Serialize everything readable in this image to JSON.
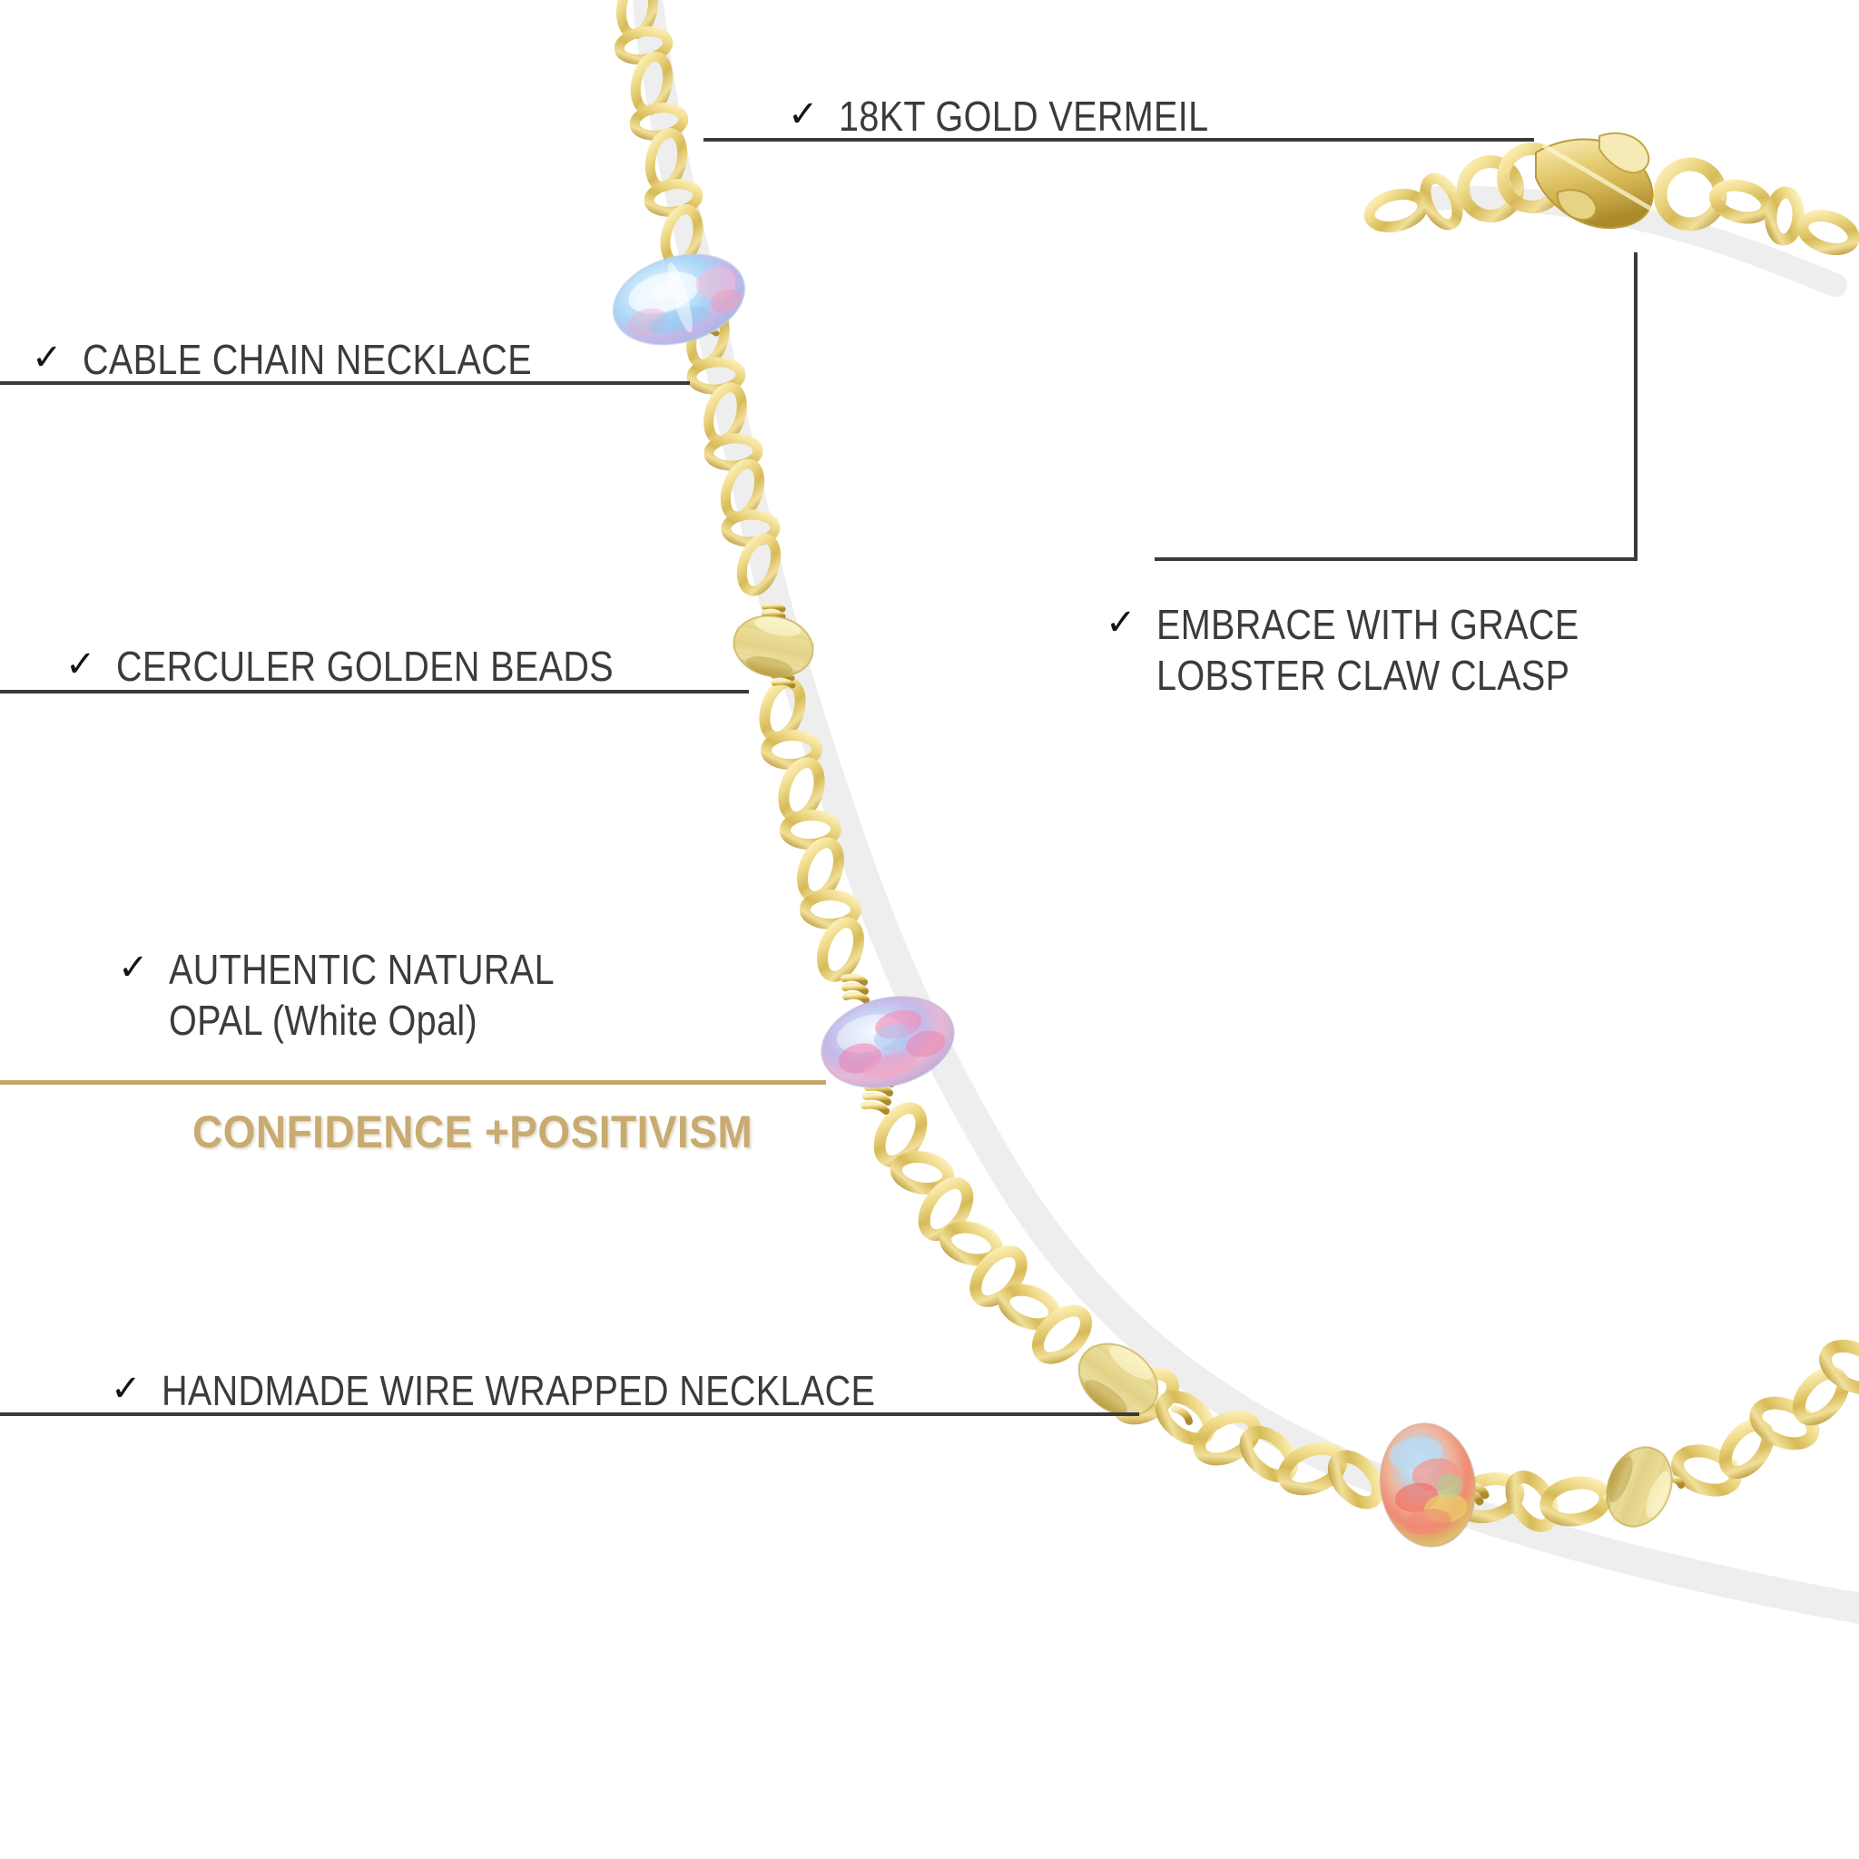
{
  "product": {
    "type": "jewelry-infographic",
    "item": "opal station cable chain necklace",
    "background_color": "#ffffff"
  },
  "colors": {
    "rule": "#3a3a3a",
    "gold_rule": "#c3a66b",
    "tagline": "#c7ab70",
    "label_text": "#3b3b3b",
    "check": "#141414",
    "gold_light": "#f3e6a8",
    "gold_mid": "#e0c768",
    "gold_dark": "#b08f2e",
    "gold_bead": "#d9c97e"
  },
  "check_glyph": "✓",
  "features": [
    {
      "id": "gold-vermeil",
      "line1": "18KT GOLD VERMEIL",
      "line2": ""
    },
    {
      "id": "cable-chain",
      "line1": "CABLE CHAIN NECKLACE",
      "line2": ""
    },
    {
      "id": "golden-beads",
      "line1": "CERCULER GOLDEN BEADS",
      "line2": ""
    },
    {
      "id": "natural-opal",
      "line1": "AUTHENTIC NATURAL",
      "line2": "OPAL  (White Opal)"
    },
    {
      "id": "lobster-clasp",
      "line1": "EMBRACE WITH GRACE",
      "line2": "LOBSTER CLAW CLASP"
    },
    {
      "id": "handmade-wire-wrapped",
      "line1": "HANDMADE WIRE WRAPPED NECKLACE",
      "line2": ""
    }
  ],
  "tagline": "CONFIDENCE +POSITIVISM",
  "icons": {
    "check": "check-icon",
    "clasp": "lobster-claw-clasp",
    "opal_bead": "opal-bead",
    "gold_bead": "golden-rondelle-bead",
    "chain": "cable-chain"
  }
}
